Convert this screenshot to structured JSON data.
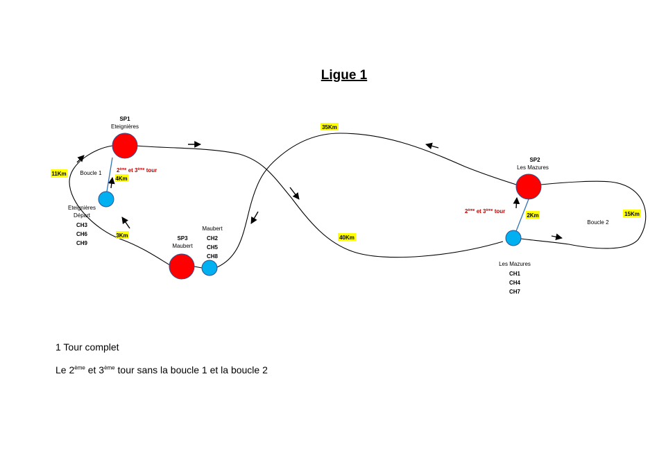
{
  "title": "Ligue 1",
  "stations": {
    "sp1": {
      "name": "SP1",
      "place": "Eteignières"
    },
    "sp2": {
      "name": "SP2",
      "place": "Les Mazures"
    },
    "sp3": {
      "name": "SP3",
      "place": "Maubert"
    }
  },
  "checkpoints": {
    "eteignieres": {
      "line1": "Eteignières",
      "line2": "Départ",
      "codes": [
        "CH3",
        "CH6",
        "CH9"
      ]
    },
    "maubert": {
      "name": "Maubert",
      "codes": [
        "CH2",
        "CH5",
        "CH8"
      ]
    },
    "mazures": {
      "name": "Les Mazures",
      "codes": [
        "CH1",
        "CH4",
        "CH7"
      ]
    }
  },
  "distances": {
    "d11": "11Km",
    "d4": "4Km",
    "d3": "3Km",
    "d35": "35Km",
    "d40": "40Km",
    "d2": "2Km",
    "d15": "15Km"
  },
  "loops": {
    "boucle1": "Boucle 1",
    "boucle2": "Boucle 2"
  },
  "tour_label": {
    "num1": "2",
    "sup1": "ème",
    "mid": " et 3",
    "sup2": "ème",
    "end": " tour"
  },
  "notes": {
    "line1": "1 Tour complet",
    "line2_a": "Le 2",
    "line2_sup1": "ème",
    "line2_b": " et 3",
    "line2_sup2": "ème",
    "line2_c": " tour sans la boucle 1 et la boucle 2"
  },
  "colors": {
    "station": "#ff0000",
    "checkpoint": "#00b0f0",
    "highlight": "#ffff00",
    "tour_text": "#c00000"
  }
}
